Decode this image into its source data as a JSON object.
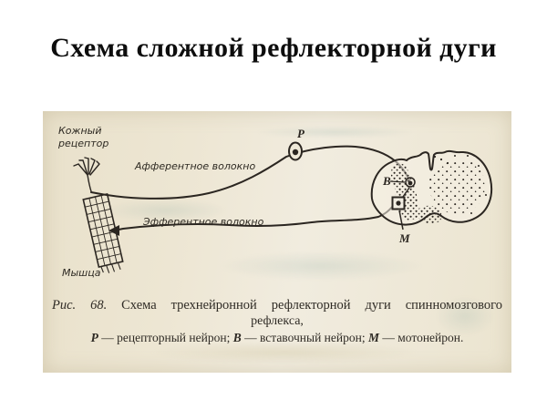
{
  "title": "Схема сложной рефлекторной дуги",
  "figure": {
    "labels": {
      "receptor_line1": "Кожный",
      "receptor_line2": "рецептор",
      "afferent": "Афферентное волокно",
      "efferent": "Эфферентное волокно",
      "muscle": "Мышца",
      "neuron_p": "Р",
      "neuron_b": "В",
      "neuron_m": "М"
    },
    "caption": {
      "fig_ref": "Рис. 68.",
      "line1": "Схема трехнейронной рефлекторной дуги спинномозгового",
      "line2": "рефлекса,",
      "legend_p_key": "Р",
      "legend_p_text": " — рецепторный нейрон; ",
      "legend_b_key": "В",
      "legend_b_text": " — вставочный нейрон; ",
      "legend_m_key": "М",
      "legend_m_text": " — мотонейрон."
    },
    "colors": {
      "paper": "#ece5d1",
      "ink": "#2b2621"
    }
  }
}
